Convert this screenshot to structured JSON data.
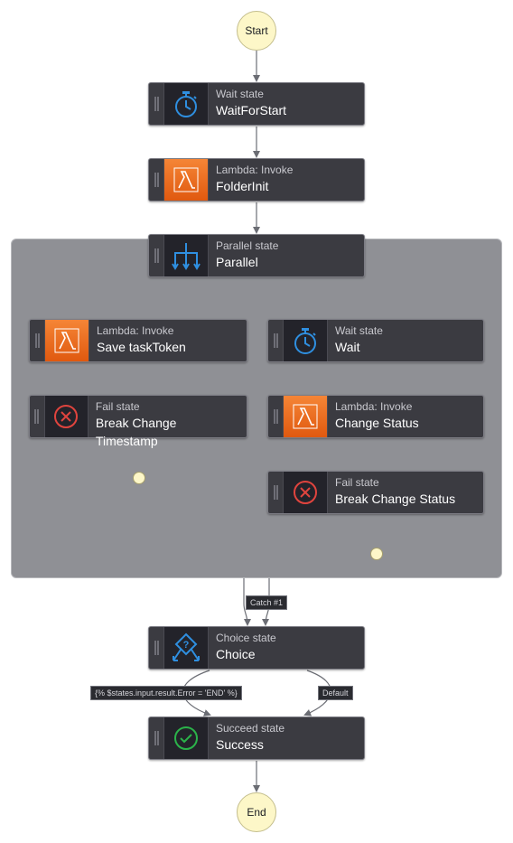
{
  "terminals": {
    "start": "Start",
    "end": "End"
  },
  "states": {
    "wait_for_start": {
      "kind": "Wait state",
      "name": "WaitForStart",
      "icon": "timer-icon"
    },
    "folder_init": {
      "kind": "Lambda: Invoke",
      "name": "FolderInit",
      "icon": "lambda-icon"
    },
    "parallel": {
      "kind": "Parallel state",
      "name": "Parallel",
      "icon": "parallel-branch-icon"
    },
    "save_task_token": {
      "kind": "Lambda: Invoke",
      "name": "Save taskToken",
      "icon": "lambda-icon"
    },
    "break_change_timestamp": {
      "kind": "Fail state",
      "name": "Break Change Timestamp",
      "icon": "fail-x-icon"
    },
    "wait": {
      "kind": "Wait state",
      "name": "Wait",
      "icon": "timer-icon"
    },
    "change_status": {
      "kind": "Lambda: Invoke",
      "name": "Change Status",
      "icon": "lambda-icon"
    },
    "break_change_status": {
      "kind": "Fail state",
      "name": "Break Change Status",
      "icon": "fail-x-icon"
    },
    "choice": {
      "kind": "Choice state",
      "name": "Choice",
      "icon": "choice-diamond-icon"
    },
    "success": {
      "kind": "Succeed state",
      "name": "Success",
      "icon": "success-check-icon"
    }
  },
  "edge_labels": {
    "catch": "Catch #1",
    "condition": "{% $states.input.result.Error = 'END' %}",
    "default": "Default"
  },
  "colors": {
    "state_bg": "#3b3b41",
    "lambda_orange": "#e8701f",
    "icon_blue": "#2f8fe0",
    "fail_red": "#e0443e",
    "success_green": "#2bb34a",
    "terminal_fill": "#fdf7c8",
    "parallel_region": "#8f9095"
  }
}
